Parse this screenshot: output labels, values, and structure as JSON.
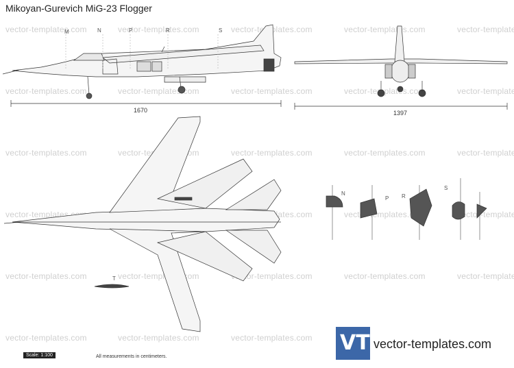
{
  "title": "Mikoyan-Gurevich MiG-23 Flogger",
  "watermark_text": "vector-templates.com",
  "dimensions": {
    "length": "1670",
    "span": "1397"
  },
  "stations_side": [
    "M",
    "N",
    "P",
    "R",
    "S"
  ],
  "sections": [
    "N",
    "P",
    "R",
    "S"
  ],
  "tail_section": "T",
  "scale": "Scale: 1:100",
  "note": "All measurements in centimeters.",
  "logo": {
    "mark": "VT",
    "text": "vector-templates.com",
    "color": "#3c67a8"
  }
}
